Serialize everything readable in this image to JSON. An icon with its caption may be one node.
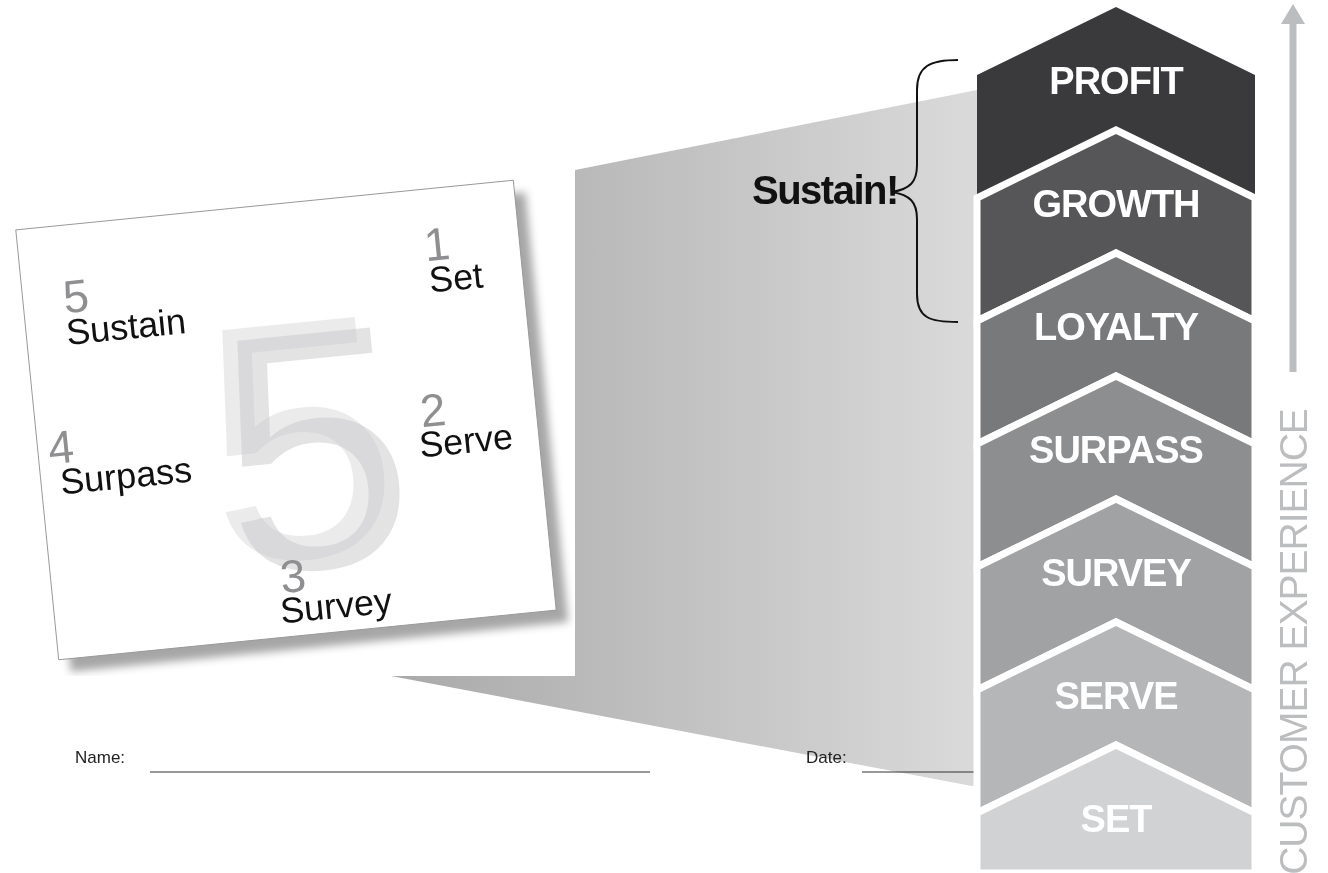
{
  "diagram": {
    "nodes": [
      {
        "text": [
          "5",
          "1",
          "Set",
          "5",
          "Sustain",
          "2",
          "Serve",
          "4",
          "Surpass",
          "3",
          "Survey"
        ]
      },
      {
        "text": [
          "Sustain!"
        ]
      },
      {
        "text": [
          "PROFIT"
        ]
      },
      {
        "text": [
          "GROWTH"
        ]
      },
      {
        "text": [
          "LOYALTY"
        ]
      },
      {
        "text": [
          "SURPASS"
        ]
      },
      {
        "text": [
          "SURVEY"
        ]
      },
      {
        "text": [
          "SERVE"
        ]
      },
      {
        "text": [
          "SET"
        ]
      }
    ],
    "labels": [
      "CUSTOMER EXPERIENCE",
      "Name:",
      "Date:"
    ]
  }
}
